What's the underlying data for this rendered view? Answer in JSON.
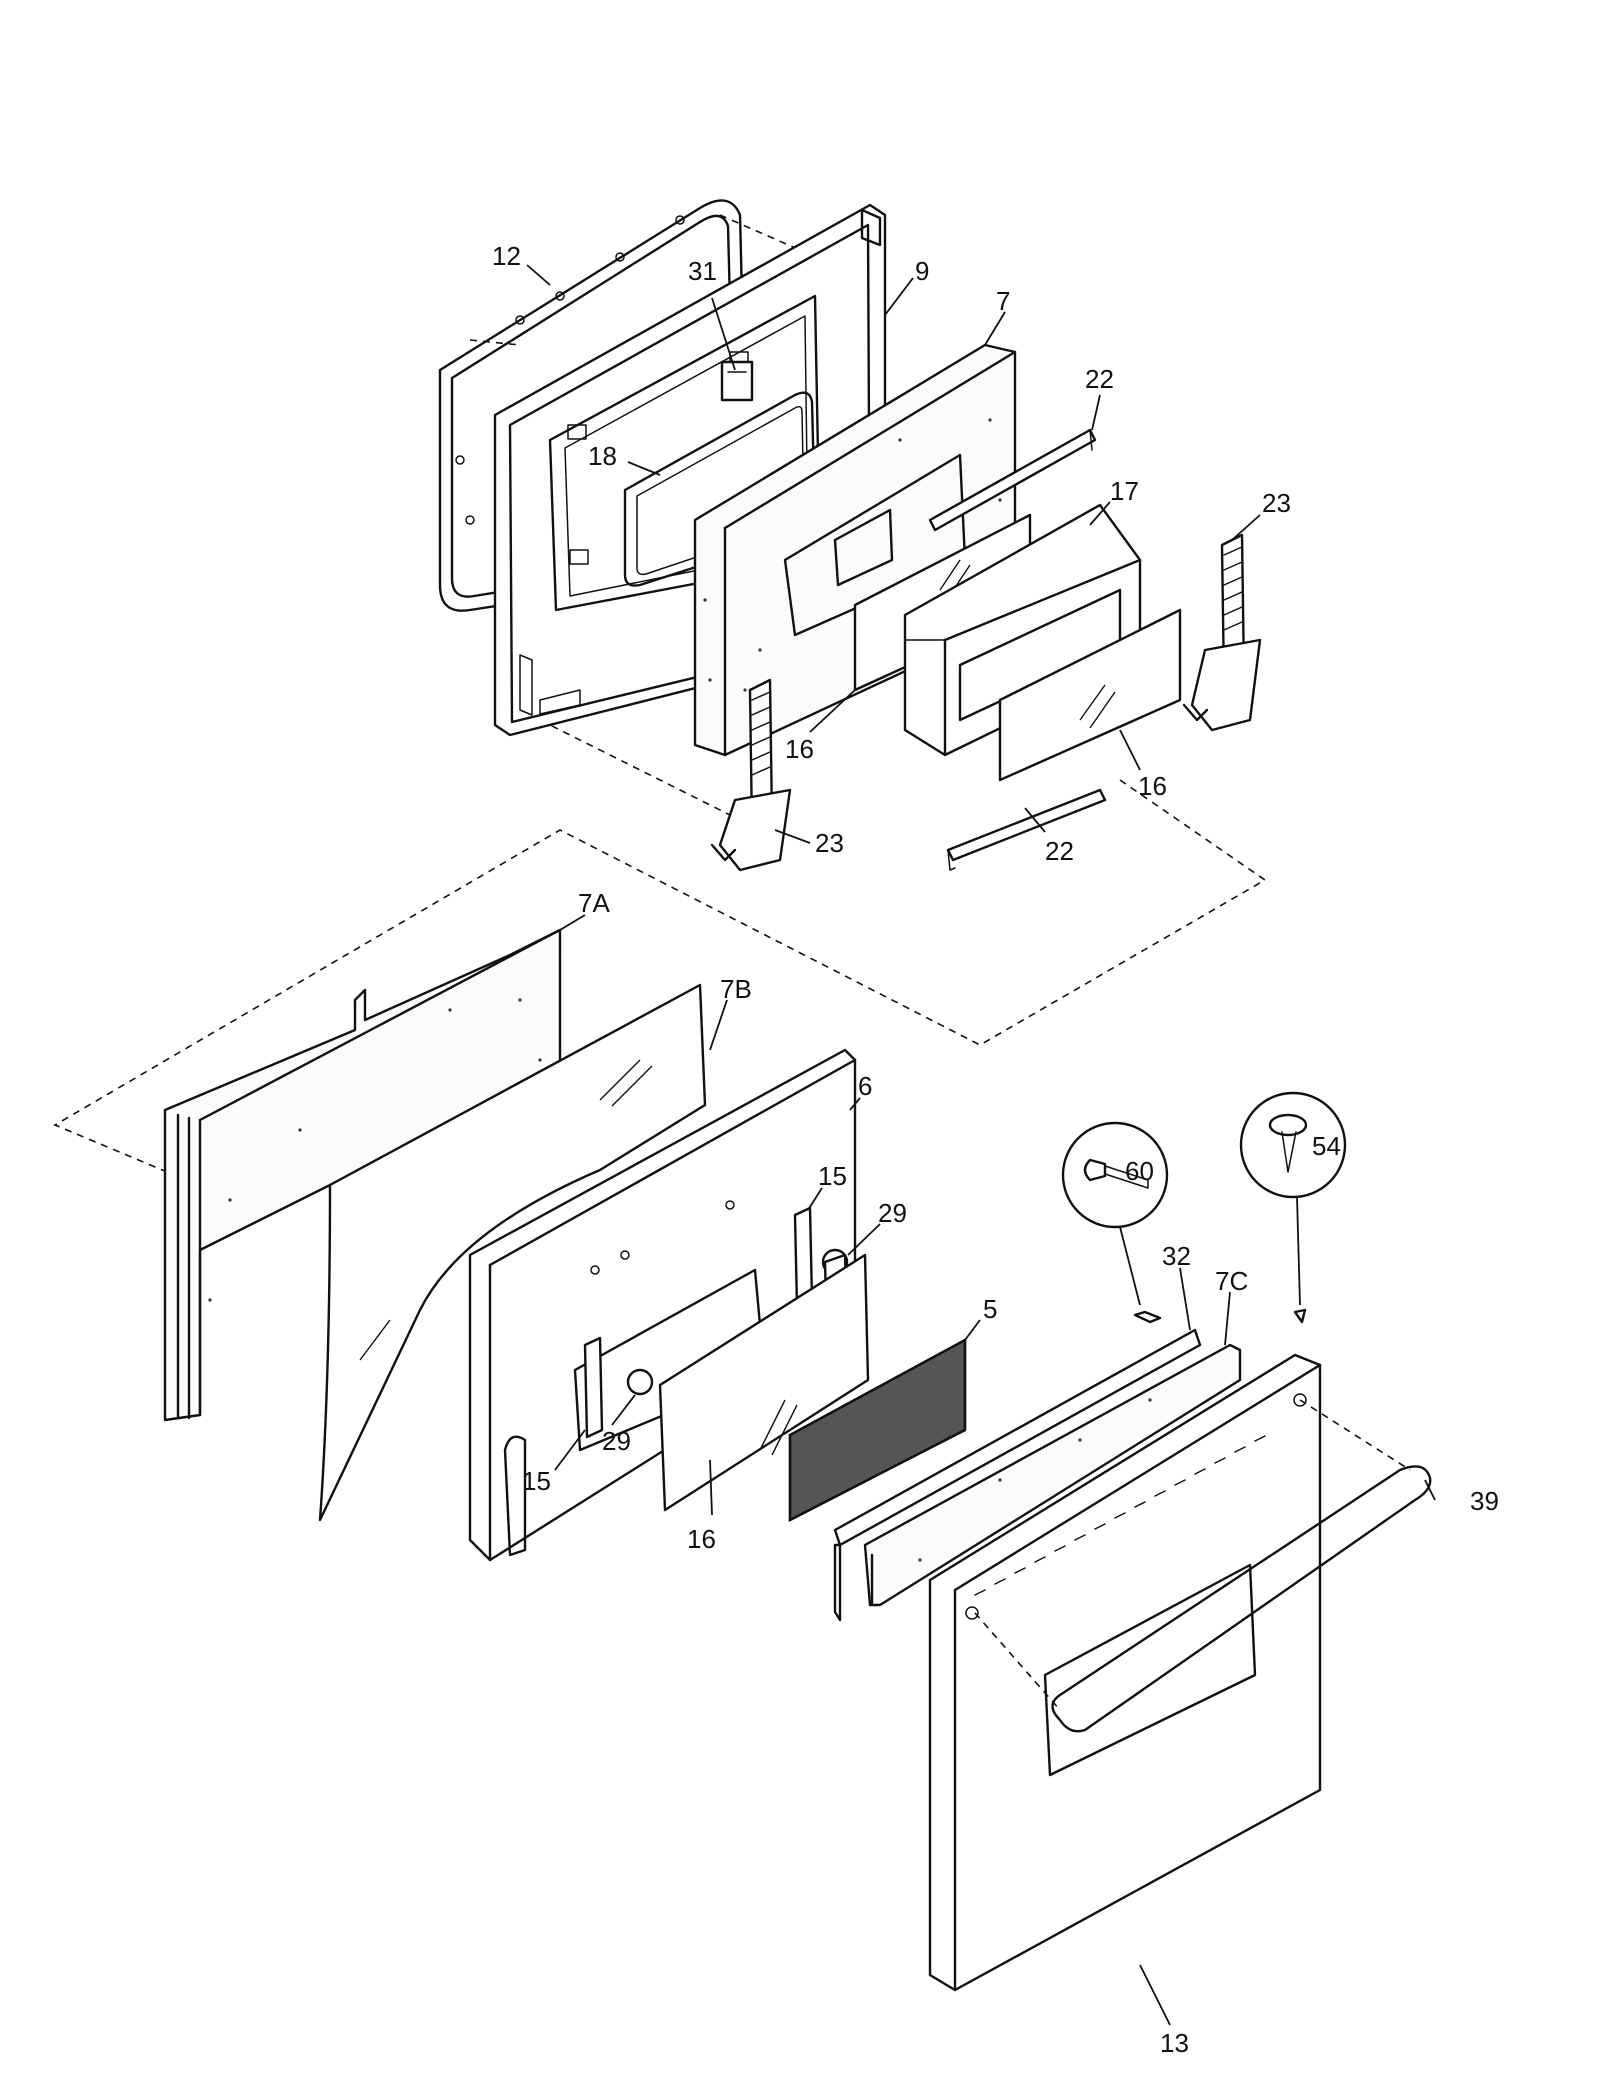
{
  "callouts": [
    {
      "id": "12",
      "text": "12"
    },
    {
      "id": "31",
      "text": "31"
    },
    {
      "id": "9",
      "text": "9"
    },
    {
      "id": "7",
      "text": "7"
    },
    {
      "id": "22a",
      "text": "22"
    },
    {
      "id": "18",
      "text": "18"
    },
    {
      "id": "17",
      "text": "17"
    },
    {
      "id": "23a",
      "text": "23"
    },
    {
      "id": "16a",
      "text": "16"
    },
    {
      "id": "16b",
      "text": "16"
    },
    {
      "id": "23b",
      "text": "23"
    },
    {
      "id": "22b",
      "text": "22"
    },
    {
      "id": "7A",
      "text": "7A"
    },
    {
      "id": "7B",
      "text": "7B"
    },
    {
      "id": "6",
      "text": "6"
    },
    {
      "id": "15a",
      "text": "15"
    },
    {
      "id": "29a",
      "text": "29"
    },
    {
      "id": "60",
      "text": "60"
    },
    {
      "id": "54",
      "text": "54"
    },
    {
      "id": "5",
      "text": "5"
    },
    {
      "id": "32",
      "text": "32"
    },
    {
      "id": "7C",
      "text": "7C"
    },
    {
      "id": "15b",
      "text": "15"
    },
    {
      "id": "29b",
      "text": "29"
    },
    {
      "id": "39",
      "text": "39"
    },
    {
      "id": "16c",
      "text": "16"
    },
    {
      "id": "13",
      "text": "13"
    }
  ]
}
